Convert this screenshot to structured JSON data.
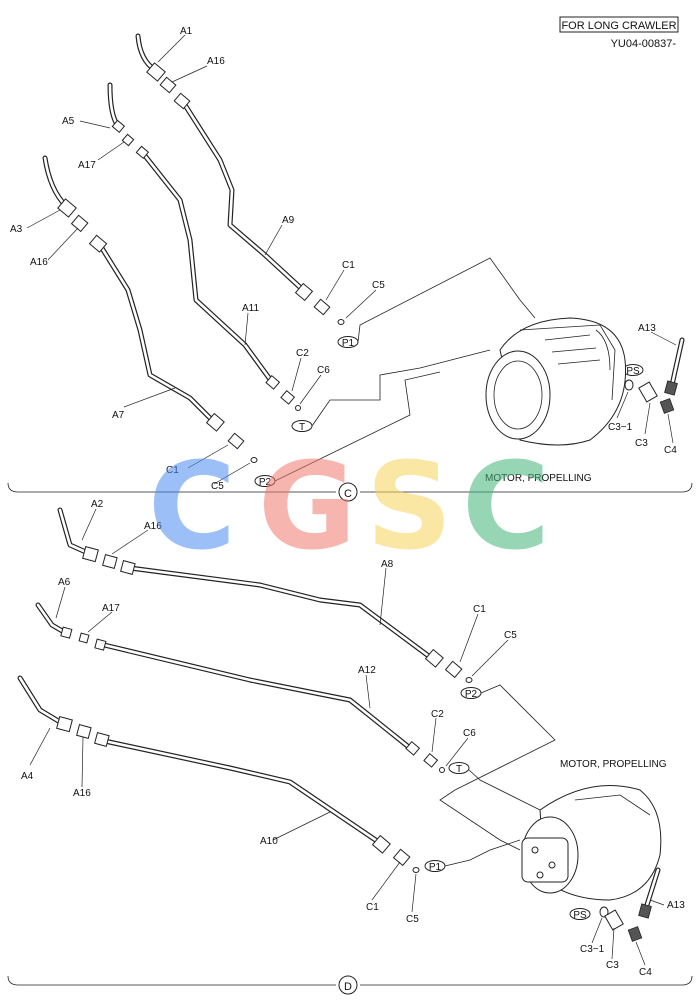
{
  "header": {
    "note": "FOR LONG CRAWLER",
    "code": "YU04-00837-"
  },
  "watermark": {
    "letters": [
      "C",
      "G",
      "S",
      "C"
    ],
    "colors": [
      "#4a8cf0",
      "#f07a6e",
      "#f7d45a",
      "#43b57a"
    ]
  },
  "sections": {
    "upper": {
      "marker": "C",
      "motor_label": "MOTOR, PROPELLING"
    },
    "lower": {
      "marker": "D",
      "motor_label": "MOTOR, PROPELLING"
    }
  },
  "ports": {
    "p1": "P1",
    "p2": "P2",
    "t": "T",
    "ps": "PS"
  },
  "parts": {
    "a1": "A1",
    "a2": "A2",
    "a3": "A3",
    "a4": "A4",
    "a5": "A5",
    "a6": "A6",
    "a7": "A7",
    "a8": "A8",
    "a9": "A9",
    "a10": "A10",
    "a11": "A11",
    "a12": "A12",
    "a13": "A13",
    "a16": "A16",
    "a17": "A17",
    "c1": "C1",
    "c2": "C2",
    "c3": "C3",
    "c3_1": "C3−1",
    "c4": "C4",
    "c5": "C5",
    "c6": "C6"
  }
}
